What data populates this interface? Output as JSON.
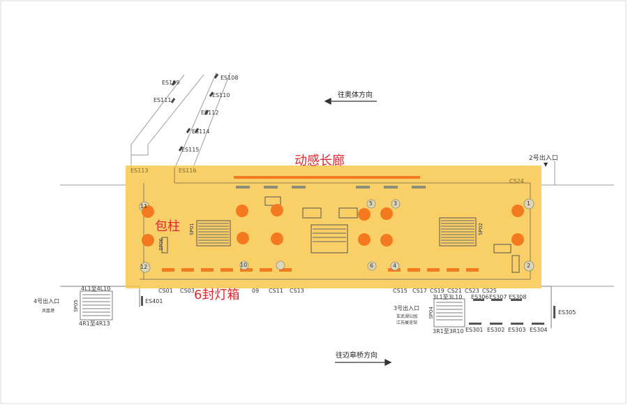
{
  "colors": {
    "panel": "#f8c646",
    "accent": "#f47a20",
    "title_red": "#e0262e",
    "line": "#8a8a8a"
  },
  "directions": {
    "top": "往奥体方向",
    "bottom": "往迈皋桥方向"
  },
  "highlights": {
    "corridor": "动感长廊",
    "pillar": "包柱",
    "lightbox": "6封灯箱"
  },
  "exits": {
    "exit2": "2号出入口",
    "exit3": "3号出入口",
    "exit3_sub1": "玄武湖公园",
    "exit3_sub2": "江苏展览馆",
    "exit4": "4号出入口",
    "exit4_sub": "凤凰港"
  },
  "escalator_labels": {
    "es109": "ES109",
    "es108": "ES108",
    "es111": "ES111",
    "es110": "ES110",
    "es112": "ES112",
    "es114": "ES114",
    "es115": "ES115",
    "es113": "ES113",
    "es116": "ES116",
    "es401": "ES401",
    "es305": "ES305",
    "es306": "ES306",
    "es307": "ES307",
    "es308": "ES308",
    "es301": "ES301",
    "es302": "ES302",
    "es303": "ES303",
    "es304": "ES304"
  },
  "station_labels": {
    "cs24": "CS24",
    "cs01": "CS01",
    "cs03": "CS03",
    "cs09": "09",
    "cs11": "CS11",
    "cs13": "CS13",
    "cs15": "CS15",
    "cs17": "CS17",
    "cs19": "CS19",
    "cs21": "CS21",
    "cs23": "CS23",
    "cs25": "CS25"
  },
  "stair_labels": {
    "sp01": "SP01",
    "sp02": "SP02",
    "sp04": "SP04",
    "sp05": "SP05",
    "sp06": "SP06",
    "l4_top": "4L1至4L10",
    "r4_bottom": "4R1至4R13",
    "l3_top": "3L1至3L10",
    "r3_bottom": "3R1至3R10"
  },
  "pillar_numbers": {
    "p1": "1",
    "p2": "2",
    "p3": "3",
    "p5": "5",
    "p6": "6",
    "p4": "4",
    "p10": "10",
    "p11": "11",
    "p12": "12"
  }
}
